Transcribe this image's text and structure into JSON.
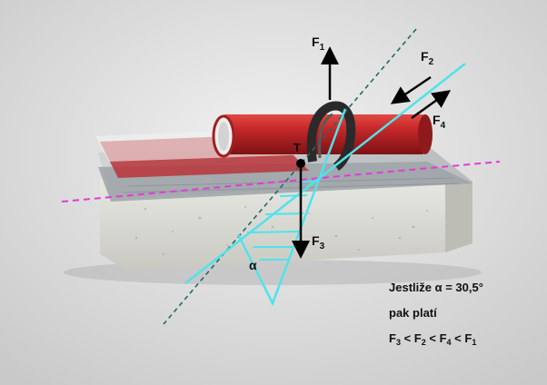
{
  "labels": {
    "f1": {
      "base": "F",
      "sub": "1"
    },
    "f2": {
      "base": "F",
      "sub": "2"
    },
    "f3": {
      "base": "F",
      "sub": "3"
    },
    "f4": {
      "base": "F",
      "sub": "4"
    },
    "t": "T",
    "alpha": "α"
  },
  "note": {
    "line1": "Jestliže α = 30,5°",
    "line2": "pak platí",
    "line3": [
      {
        "base": "F",
        "sub": "3"
      },
      {
        "op": " < "
      },
      {
        "base": "F",
        "sub": "2"
      },
      {
        "op": " < "
      },
      {
        "base": "F",
        "sub": "4"
      },
      {
        "op": " < "
      },
      {
        "base": "F",
        "sub": "1"
      }
    ]
  },
  "colors": {
    "background": "#dcdcdc",
    "pipe": "#c0282b",
    "pipe_inner": "#e8e8e8",
    "concrete": "#dcdcd6",
    "membrane": "#a9aeb3",
    "incline_line": "#4fe3ec",
    "dashed_axis": "#1f6b68",
    "horizontal_axis": "#e23bd8",
    "arrow": "#000000"
  }
}
